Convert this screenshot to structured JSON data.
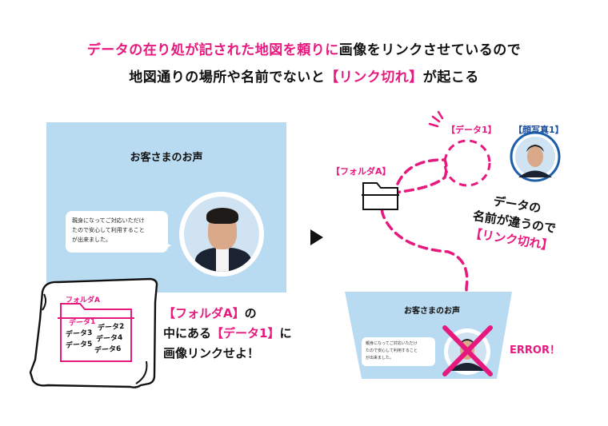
{
  "headline": {
    "line1_pink": "データの在り処が記された地図を頼りに",
    "line1_rest": "画像をリンクさせているので",
    "line2_start": "地図通りの場所や名前でないと",
    "line2_pink": "【リンク切れ】",
    "line2_end": "が起こる"
  },
  "left_card": {
    "title": "お客さまのお声",
    "bubble_lines": [
      "親身になってご対応いただけ",
      "たので安心して利用すること",
      "が出来ました。"
    ]
  },
  "left_map": {
    "folder_label": "フォルダA",
    "files": [
      "データ1",
      "データ2",
      "データ3",
      "データ4",
      "データ5",
      "データ6"
    ]
  },
  "left_caption": {
    "line1_pink": "【フォルダA】",
    "line1_end": "の",
    "line2_start": "中にある",
    "line2_pink": "【データ1】",
    "line2_end": "に",
    "line3": "画像リンクせよ！"
  },
  "right_diagram": {
    "folder_label": "【フォルダA】",
    "data_label": "【データ1】",
    "photo_label": "【顔写真1】",
    "message_line1": "データの",
    "message_line2": "名前が違うので",
    "message_line3": "【リンク切れ】",
    "card_title": "お客さまのお声",
    "bubble_lines": [
      "親身になってご対応いただけ",
      "たので安心して利用すること",
      "が出来ました。"
    ],
    "error": "ERROR！"
  },
  "colors": {
    "accent": "#e6197e",
    "label_blue": "#1a4fa0",
    "card_bg": "#b9dbf1",
    "circle_border": "#1c5fa8"
  }
}
